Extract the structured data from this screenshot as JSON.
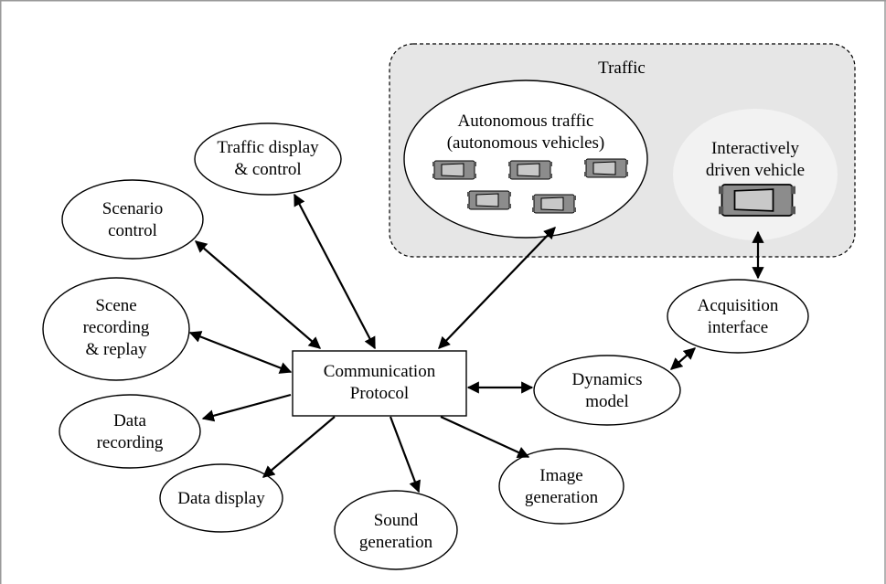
{
  "groups": {
    "traffic": "Traffic"
  },
  "nodes": {
    "autonomous_traffic": [
      "Autonomous traffic",
      "(autonomous vehicles)"
    ],
    "interactive_vehicle": [
      "Interactively",
      "driven vehicle"
    ],
    "traffic_display": [
      "Traffic display",
      "& control"
    ],
    "scenario_control": [
      "Scenario",
      "control"
    ],
    "scene_recording": [
      "Scene",
      "recording",
      "& replay"
    ],
    "communication_protocol": [
      "Communication",
      "Protocol"
    ],
    "data_recording": [
      "Data",
      "recording"
    ],
    "data_display": [
      "Data display"
    ],
    "sound_generation": [
      "Sound",
      "generation"
    ],
    "image_generation": [
      "Image",
      "generation"
    ],
    "dynamics_model": [
      "Dynamics",
      "model"
    ],
    "acquisition_interface": [
      "Acquisition",
      "interface"
    ]
  },
  "colors": {
    "traffic_box_fill": "#e6e6e6",
    "interactive_fill": "#f2f2f2",
    "car_body": "#8c8c8c",
    "car_cabin": "#c8c8c8",
    "frame": "#9a9a9a",
    "line": "#000000"
  }
}
